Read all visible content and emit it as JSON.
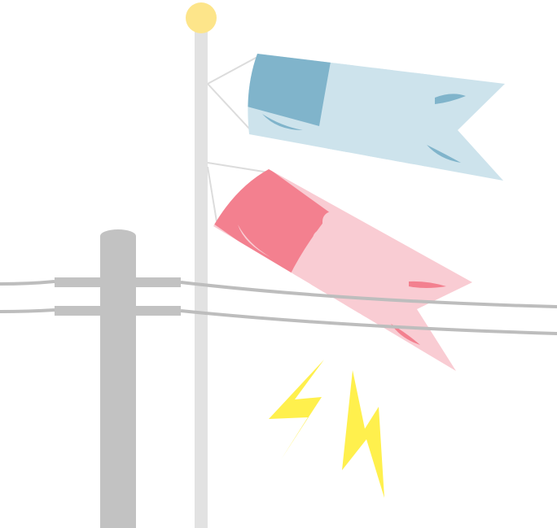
{
  "scene": {
    "background": "#ffffff",
    "colors": {
      "flagpole": "#e2e2e2",
      "pole_ball": "#fde58a",
      "utility_pole": "#c2c2c2",
      "wire": "#bdbdbd",
      "string": "#dcdcdc",
      "blue_carp_light": "#cde3ec",
      "blue_carp_dark": "#80b4cb",
      "red_carp_light": "#f9ccd3",
      "red_carp_dark": "#f3808f",
      "lightning": "#fff04d"
    },
    "icons": [
      "koinobori-blue",
      "koinobori-red",
      "lightning-bolt",
      "utility-pole",
      "flagpole"
    ]
  }
}
